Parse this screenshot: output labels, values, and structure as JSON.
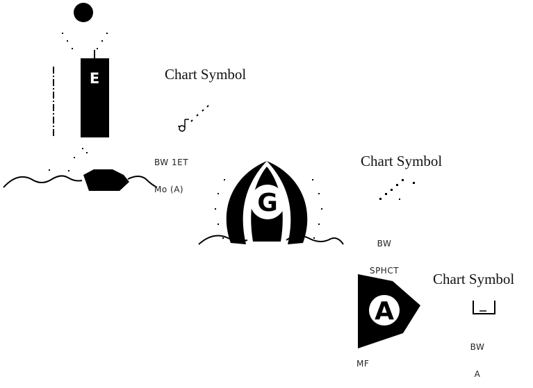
{
  "captions": {
    "chart_symbol_1": "Chart Symbol",
    "chart_symbol_2": "Chart Symbol",
    "chart_symbol_3": "Chart Symbol"
  },
  "buoys": {
    "e_letter": "E",
    "g_letter": "G",
    "a_letter": "A"
  },
  "abbreviations": {
    "e_line1": "BW 1ET",
    "e_line2": "Mo (A)",
    "g_line1": "BW",
    "g_line2": "SPHCT",
    "a_line1": "BW",
    "a_line2": "A",
    "a_below": "MF"
  },
  "colors": {
    "ink": "#000000",
    "background": "#ffffff"
  }
}
